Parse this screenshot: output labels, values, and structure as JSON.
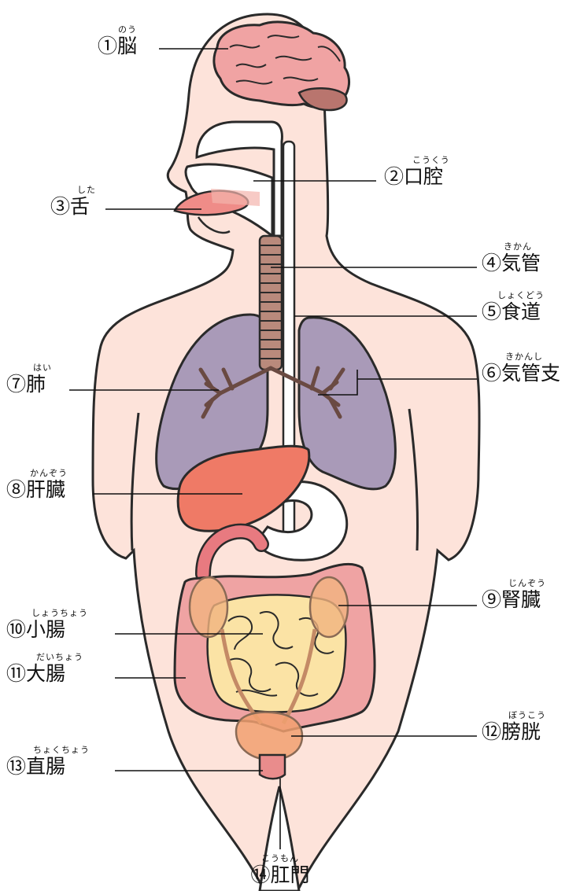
{
  "labels": {
    "brain": {
      "furigana": "のう",
      "text": "①脳"
    },
    "mouth": {
      "furigana": "こうくう",
      "text": "②口腔"
    },
    "tongue": {
      "furigana": "した",
      "text": "③舌"
    },
    "trachea": {
      "furigana": "きかん",
      "text": "④気管"
    },
    "esophagus": {
      "furigana": "しょくどう",
      "text": "⑤食道"
    },
    "bronchus": {
      "furigana": "きかんし",
      "text": "⑥気管支"
    },
    "lung": {
      "furigana": "はい",
      "text": "⑦肺"
    },
    "liver": {
      "furigana": "かんぞう",
      "text": "⑧肝臓"
    },
    "kidney": {
      "furigana": "じんぞう",
      "text": "⑨腎臓"
    },
    "small_intestine": {
      "furigana": "しょうちょう",
      "text": "⑩小腸"
    },
    "large_intestine": {
      "furigana": "だいちょう",
      "text": "⑪大腸"
    },
    "bladder": {
      "furigana": "ぼうこう",
      "text": "⑫膀胱"
    },
    "rectum": {
      "furigana": "ちょくちょう",
      "text": "⑬直腸"
    },
    "anus": {
      "furigana": "こうもん",
      "text": "⑭肛門"
    }
  },
  "colors": {
    "skin": "#fde3da",
    "outline": "#2a2a2a",
    "brain": "#f0a3a3",
    "lung": "#a99ab8",
    "liver": "#ef7a66",
    "trachea": "#b98a7c",
    "intestine_large": "#efa3a3",
    "intestine_small": "#fbe3a5",
    "kidney": "#f1b37f",
    "bladder": "#f1a070"
  }
}
